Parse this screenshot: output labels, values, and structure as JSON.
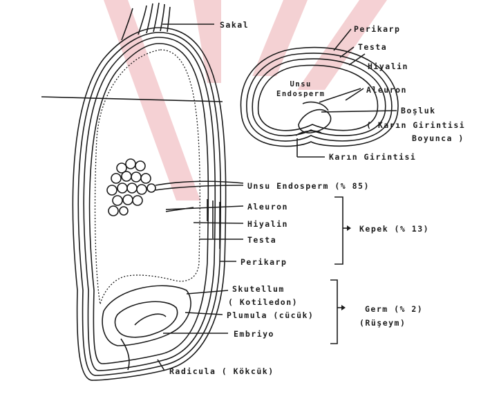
{
  "labels": {
    "sakal": "Sakal",
    "perikarp_top": "Perikarp",
    "testa_top": "Testa",
    "hiyalin_top": "Hiyalin",
    "unsu_endosperm_cross": "Unsu\nEndosperm",
    "aleuron_top": "Aleuron",
    "bosluk": "Boşluk",
    "karin_girintisi_boyunca_1": "( Karın Girintisi",
    "karin_girintisi_boyunca_2": "Boyunca )",
    "karin_girintisi": "Karın Girintisi",
    "unsu_endosperm_pct": "Unsu Endosperm (% 85)",
    "aleuron": "Aleuron",
    "hiyalin": "Hiyalin",
    "testa": "Testa",
    "perikarp": "Perikarp",
    "kepek": "Kepek (% 13)",
    "skutellum": "Skutellum",
    "kotiledon": "( Kotiledon)",
    "plumula": "Plumula (cücük)",
    "embriyo": "Embriyo",
    "germ": "Germ (% 2)",
    "russeym": "(Rüşeym)",
    "radicula": "Radicula ( Kökcük)"
  },
  "colors": {
    "ink": "#1a1a1a",
    "watermark": "#f3c9cc"
  }
}
